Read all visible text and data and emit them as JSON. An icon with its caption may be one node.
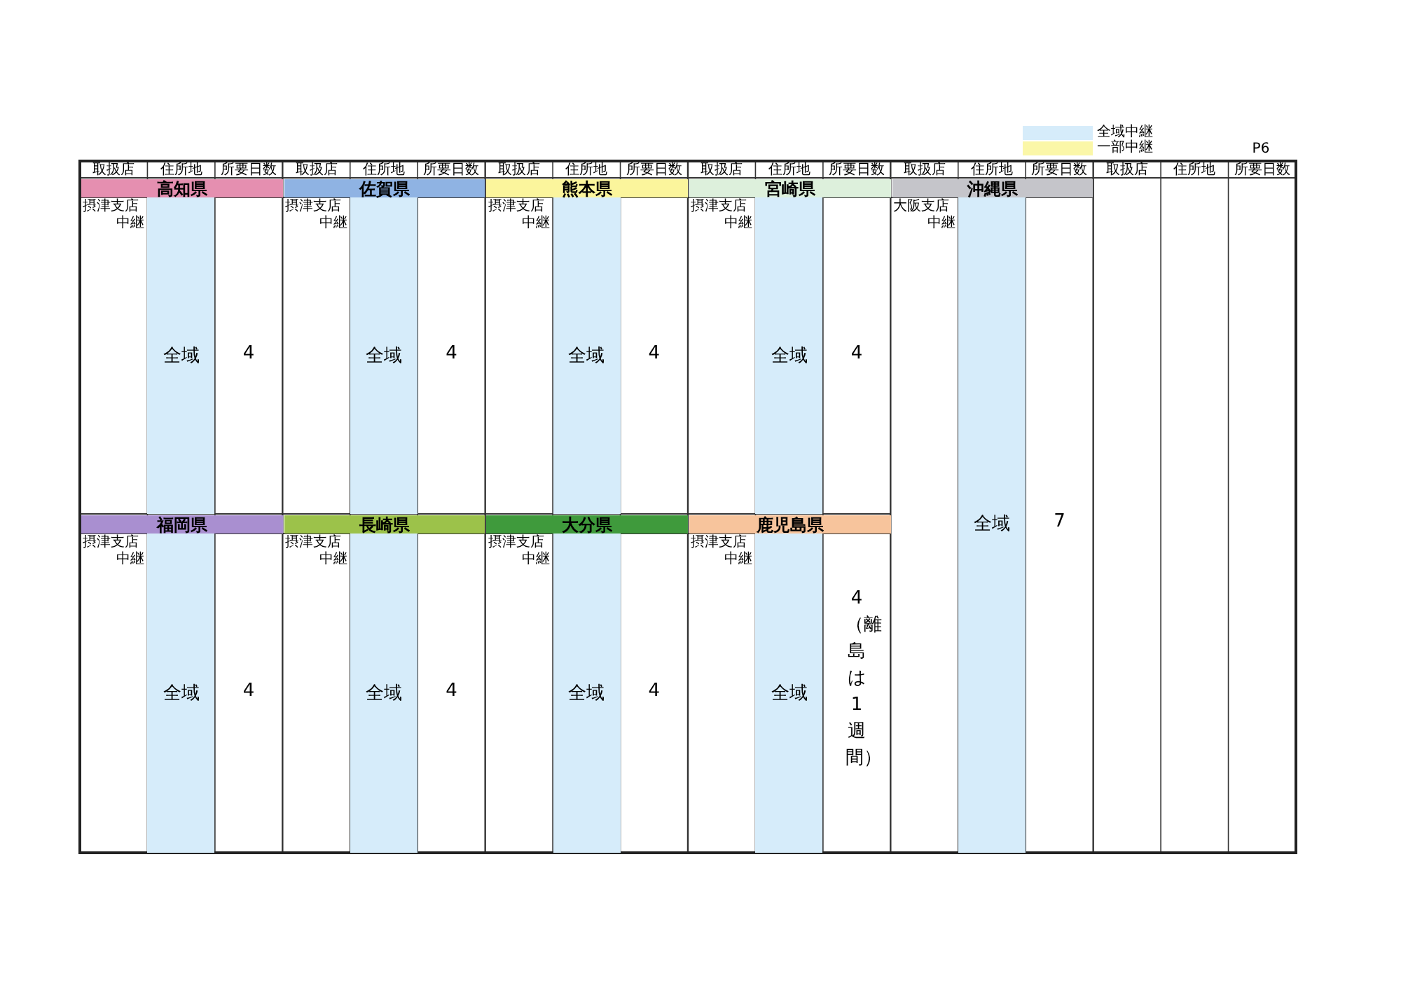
{
  "diagram": {
    "labels": [
      "P6",
      "取扱店",
      "住所地",
      "所要日数",
      "取扱店",
      "住所地",
      "所要日数",
      "取扱店",
      "住所地",
      "所要日数",
      "取扱店",
      "住所地",
      "所要日数",
      "取扱店",
      "住所地",
      "所要日数",
      "取扱店",
      "住所地",
      "所要日数",
      "高知県",
      "佐賀県",
      "熊本県",
      "宮崎県",
      "沖縄県",
      "摂津支店中継",
      "摂津支店中継",
      "摂津支店中継",
      "摂津支店中継",
      "大阪支店中継",
      "全域",
      "4",
      "全域",
      "4",
      "全域",
      "4",
      "全域",
      "4",
      "全域",
      "7",
      "福岡県",
      "長崎県",
      "大分県",
      "鹿児島県",
      "摂津支店中継",
      "摂津支店中継",
      "摂津支店中継",
      "摂津支店中継",
      "全域",
      "4",
      "全域",
      "4",
      "全域",
      "4",
      "全域",
      "4（離島は1週間）"
    ],
    "legend": [
      {
        "text": "全域中継",
        "color": "#d6ecfa"
      },
      {
        "text": "一部中継",
        "color": "#fbf7a8"
      }
    ]
  }
}
